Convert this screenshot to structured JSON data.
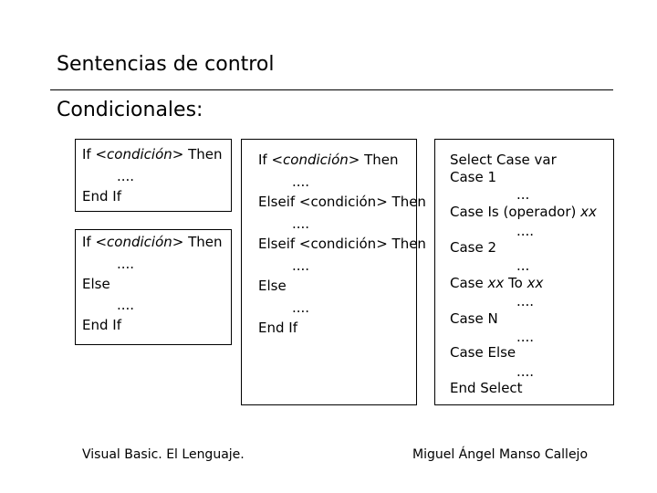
{
  "title": "Sentencias de control",
  "subtitle": "Condicionales:",
  "box1": {
    "block1": {
      "if_kw": "If ",
      "cond": "<condición>",
      "then_kw": " Then",
      "dots": "....",
      "end": "End If"
    },
    "block2": {
      "if_kw": "If ",
      "cond": "<condición>",
      "then_kw": " Then",
      "dots1": "....",
      "else": "Else",
      "dots2": "....",
      "end": "End If"
    }
  },
  "box2": {
    "if_kw": "If ",
    "cond": "<condición>",
    "then_kw": " Then",
    "dots1": "....",
    "elseif1": "Elseif <condición> Then",
    "dots2": "....",
    "elseif2": "Elseif <condición> Then",
    "dots3": "....",
    "else": "Else",
    "dots4": "....",
    "end": "End If"
  },
  "box3": {
    "select": "Select Case var",
    "case1": "Case 1",
    "dots1": "...",
    "case_is": "Case Is (operador) ",
    "case_is_xx": "xx",
    "dots2": "....",
    "case2": "Case 2",
    "dots3": "...",
    "case_to_prefix": "Case ",
    "case_to_xx1": "xx",
    "case_to_mid": " To ",
    "case_to_xx2": "xx",
    "dots4": "....",
    "case_n": "Case N",
    "dots5": "....",
    "case_else": "Case Else",
    "dots6": "....",
    "end": "End Select"
  },
  "footer": {
    "left": "Visual Basic. El Lenguaje.",
    "right": "Miguel Ángel Manso Callejo"
  }
}
